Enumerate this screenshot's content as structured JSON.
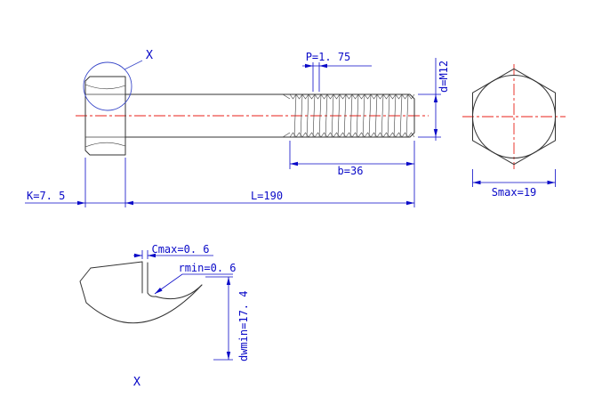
{
  "drawing": {
    "main_view": {
      "detail_callout": "X",
      "pitch": "P=1. 75",
      "thread_designation": "d=M12",
      "thread_length": "b=36",
      "total_length": "L=190",
      "head_height": "K=7. 5"
    },
    "end_view": {
      "across_flats": "Smax=19"
    },
    "detail_view": {
      "label": "X",
      "chamfer": "Cmax=0. 6",
      "fillet_radius": "rmin=0. 6",
      "washer_face_dia": "dwmin=17. 4"
    },
    "colors": {
      "dimension_blue": "#0a0ac8",
      "outline_gray": "#333333",
      "centerline_red": "#e82218"
    }
  }
}
